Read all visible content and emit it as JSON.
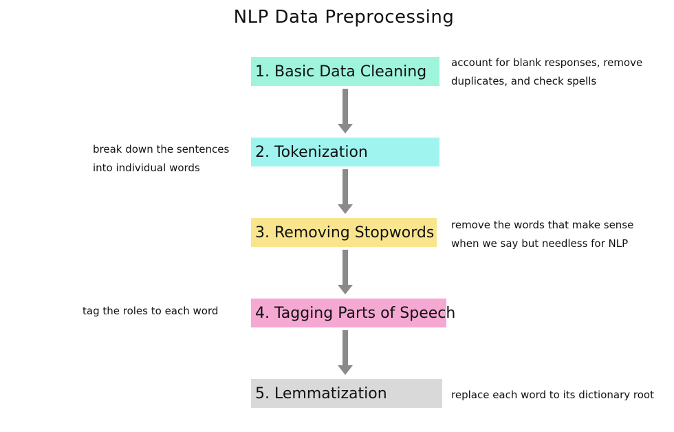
{
  "title": "NLP Data Preprocessing",
  "steps": [
    {
      "label": "1. Basic Data Cleaning",
      "color": "#9ff5dc"
    },
    {
      "label": "2. Tokenization",
      "color": "#a0f4ef"
    },
    {
      "label": "3. Removing Stopwords",
      "color": "#f9e58d"
    },
    {
      "label": "4. Tagging Parts of Speech",
      "color": "#f5a8d2"
    },
    {
      "label": "5. Lemmatization",
      "color": "#d9d9d9"
    }
  ],
  "notes": [
    {
      "line1": "account for blank responses, remove",
      "line2": "duplicates, and check spells"
    },
    {
      "line1": "break down the sentences",
      "line2": "into individual words"
    },
    {
      "line1": "remove the words that make sense",
      "line2": "when we say but needless for NLP"
    },
    {
      "line1": "tag the roles to each word",
      "line2": ""
    },
    {
      "line1": "replace each word to its dictionary root",
      "line2": ""
    }
  ],
  "arrow_color": "#8a8a8a"
}
